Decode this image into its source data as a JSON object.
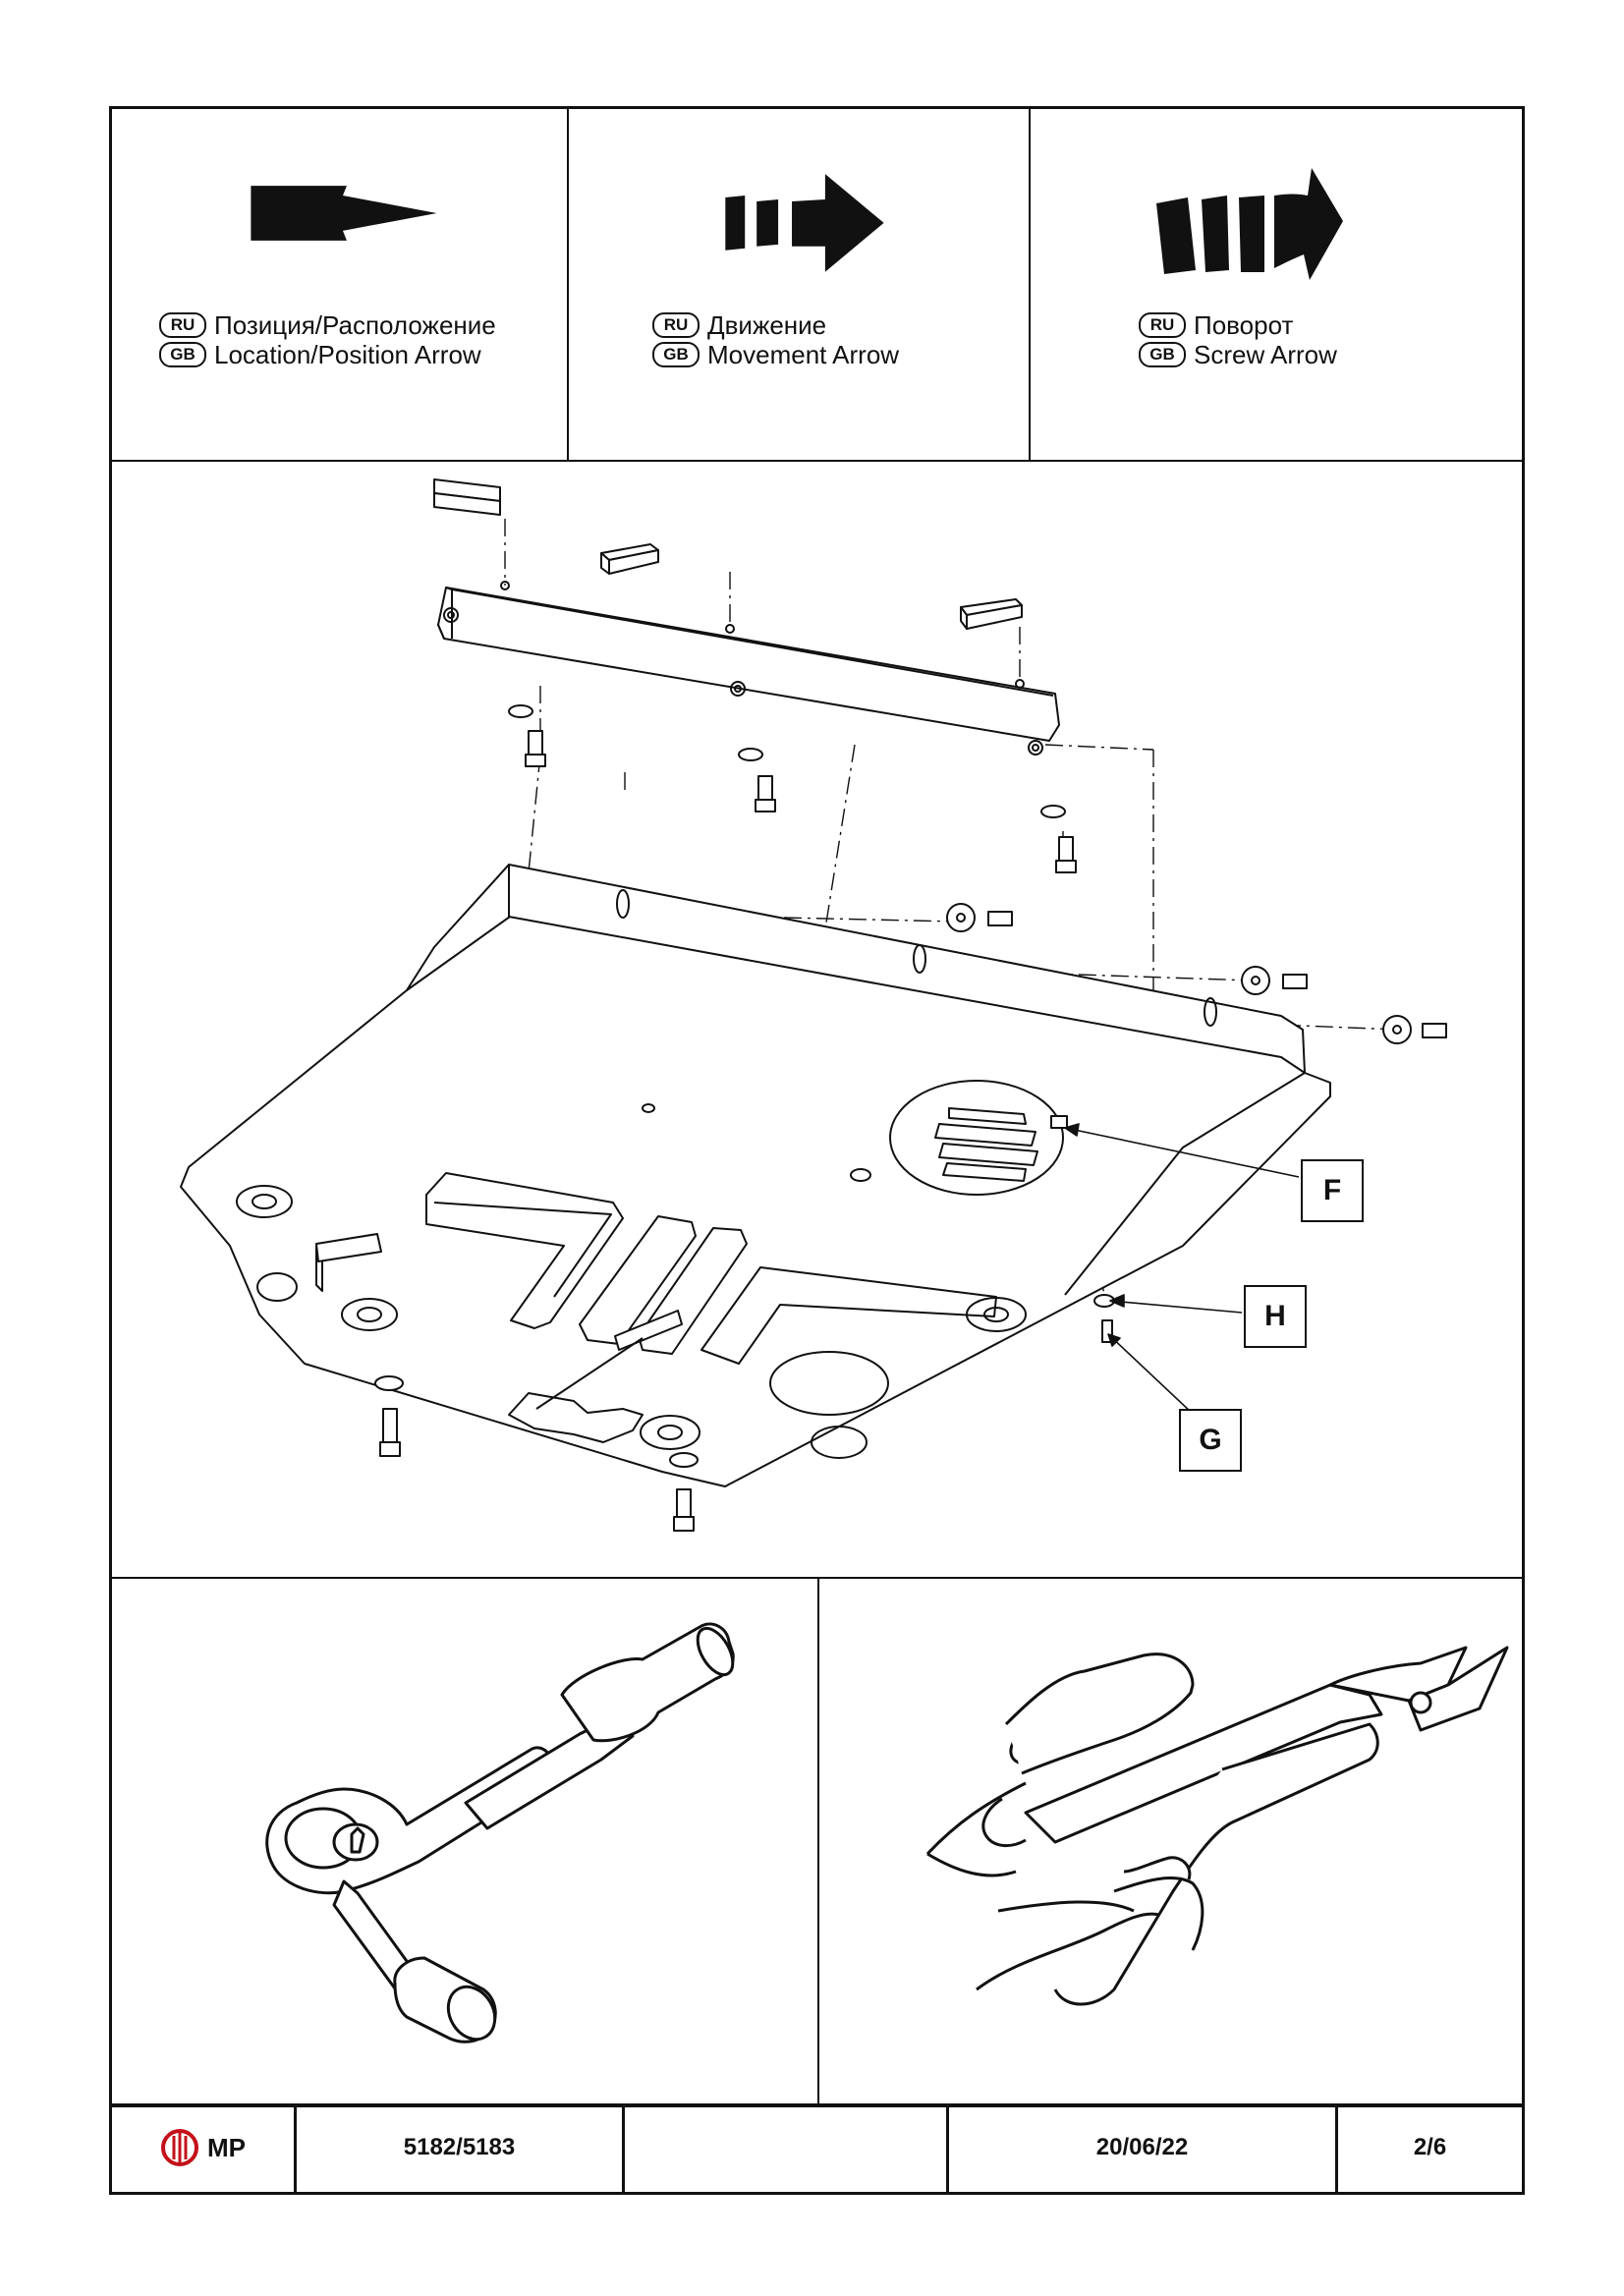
{
  "legend": [
    {
      "ru_badge": "RU",
      "gb_badge": "GB",
      "ru_text": "Позиция/Расположение",
      "gb_text": "Location/Position Arrow",
      "icon": "location-arrow-icon"
    },
    {
      "ru_badge": "RU",
      "gb_badge": "GB",
      "ru_text": "Движение",
      "gb_text": "Movement Arrow",
      "icon": "movement-arrow-icon"
    },
    {
      "ru_badge": "RU",
      "gb_badge": "GB",
      "ru_text": "Поворот",
      "gb_text": "Screw Arrow",
      "icon": "screw-arrow-icon"
    }
  ],
  "callouts": {
    "f": "F",
    "h": "H",
    "g": "G"
  },
  "tools": [
    {
      "icon": "ratchet-wrench-icon"
    },
    {
      "icon": "side-cutter-pliers-icon"
    }
  ],
  "footer": {
    "logo_text": "MP",
    "part_number": "5182/5183",
    "blank": "",
    "date": "20/06/22",
    "page": "2/6"
  }
}
